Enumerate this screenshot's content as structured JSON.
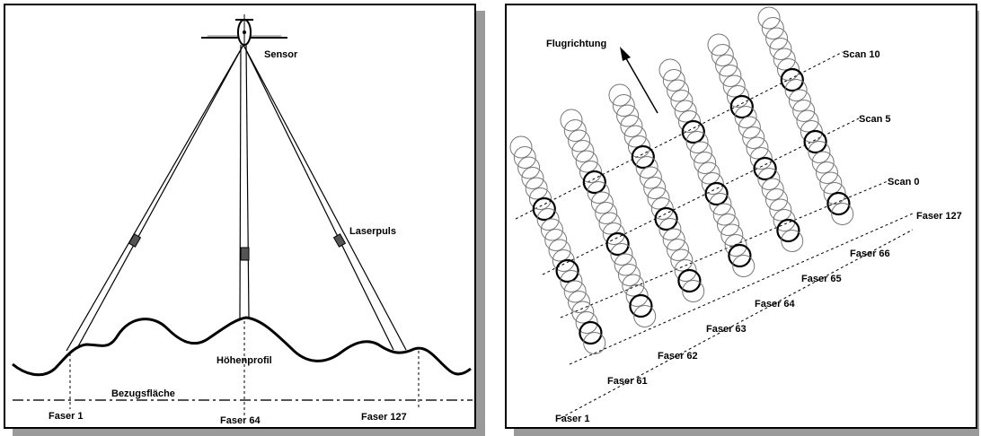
{
  "left_panel": {
    "sensor_label": "Sensor",
    "laserpuls_label": "Laserpuls",
    "hoehenprofil_label": "Höhenprofil",
    "bezugsflaeche_label": "Bezugsfläche",
    "faser_labels": [
      "Faser 1",
      "Faser 64",
      "Faser 127"
    ]
  },
  "right_panel": {
    "flugrichtung_label": "Flugrichtung",
    "scan_labels": [
      "Scan 10",
      "Scan 5",
      "Scan 0"
    ],
    "faser_labels": [
      "Faser 127",
      "Faser 66",
      "Faser 65",
      "Faser 64",
      "Faser 63",
      "Faser 62",
      "Faser 61",
      "Faser 1"
    ]
  }
}
